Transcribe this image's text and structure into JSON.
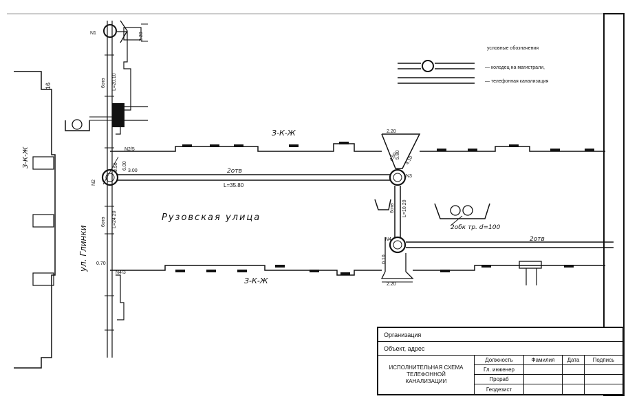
{
  "legend": {
    "title": "условные обозначения",
    "items": [
      {
        "label": "— колодец на магистрали,"
      },
      {
        "label": "— телефонная канализация"
      }
    ]
  },
  "streets": {
    "main": "Рузовская улица",
    "side": "ул. Глинки",
    "band_top": "З-К-Ж",
    "band_bottom": "З-К-Ж",
    "band_left": "З-К-Ж",
    "building_no": "16"
  },
  "wells": {
    "n1": "N1",
    "n2": "N2",
    "n3": "N3",
    "n4": "N4",
    "n215": "N2/5",
    "n413": "N4/3"
  },
  "dims": {
    "d220_top": "2.20",
    "d220_mid": "2.20",
    "d220_bot": "2.20",
    "d350": "3.50",
    "d600": "6.00",
    "d300": "3.00",
    "d070": "0.70",
    "d460": "4.60",
    "d580": "5.80",
    "d410": "4.10",
    "d010": "0.10",
    "len_top": "L=20.10",
    "len_mid": "L=35.80",
    "len_low": "L=24.20",
    "len_right": "L=10.20",
    "ducts_top": "6отв",
    "ducts_mid": "2отв",
    "ducts_low": "6отв",
    "ducts_right": "6отв",
    "ducts_far": "2отв",
    "note": "2обк тр. d=100"
  },
  "title_block": {
    "org": "Организация",
    "object": "Объект, адрес",
    "name_lines": [
      "ИСПОЛНИТЕЛЬНАЯ СХЕМА",
      "ТЕЛЕФОННОЙ",
      "КАНАЛИЗАЦИИ"
    ],
    "headers": [
      "Должность",
      "Фамилия",
      "Дата",
      "Подпись"
    ],
    "roles": [
      "Гл. инженер",
      "Прораб",
      "Геодезист"
    ]
  }
}
